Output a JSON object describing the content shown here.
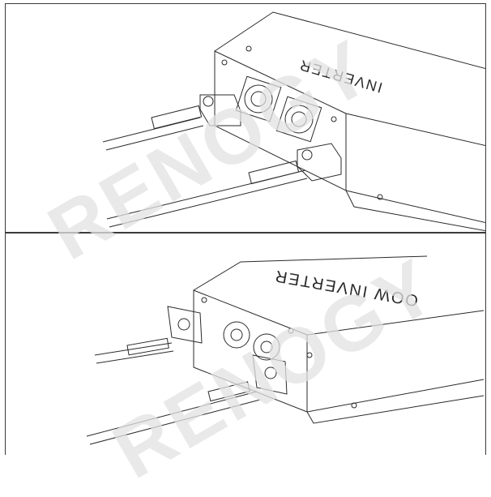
{
  "figure": {
    "top_panel": {
      "label_text": "INVERTER"
    },
    "bottom_panel": {
      "label_text": "OOW INVERTER"
    },
    "watermark": {
      "text": "RENOGY",
      "color": "#e2e2e2"
    },
    "colors": {
      "line": "#2a2a2a",
      "border": "#3a3a3a",
      "background": "#ffffff"
    }
  }
}
